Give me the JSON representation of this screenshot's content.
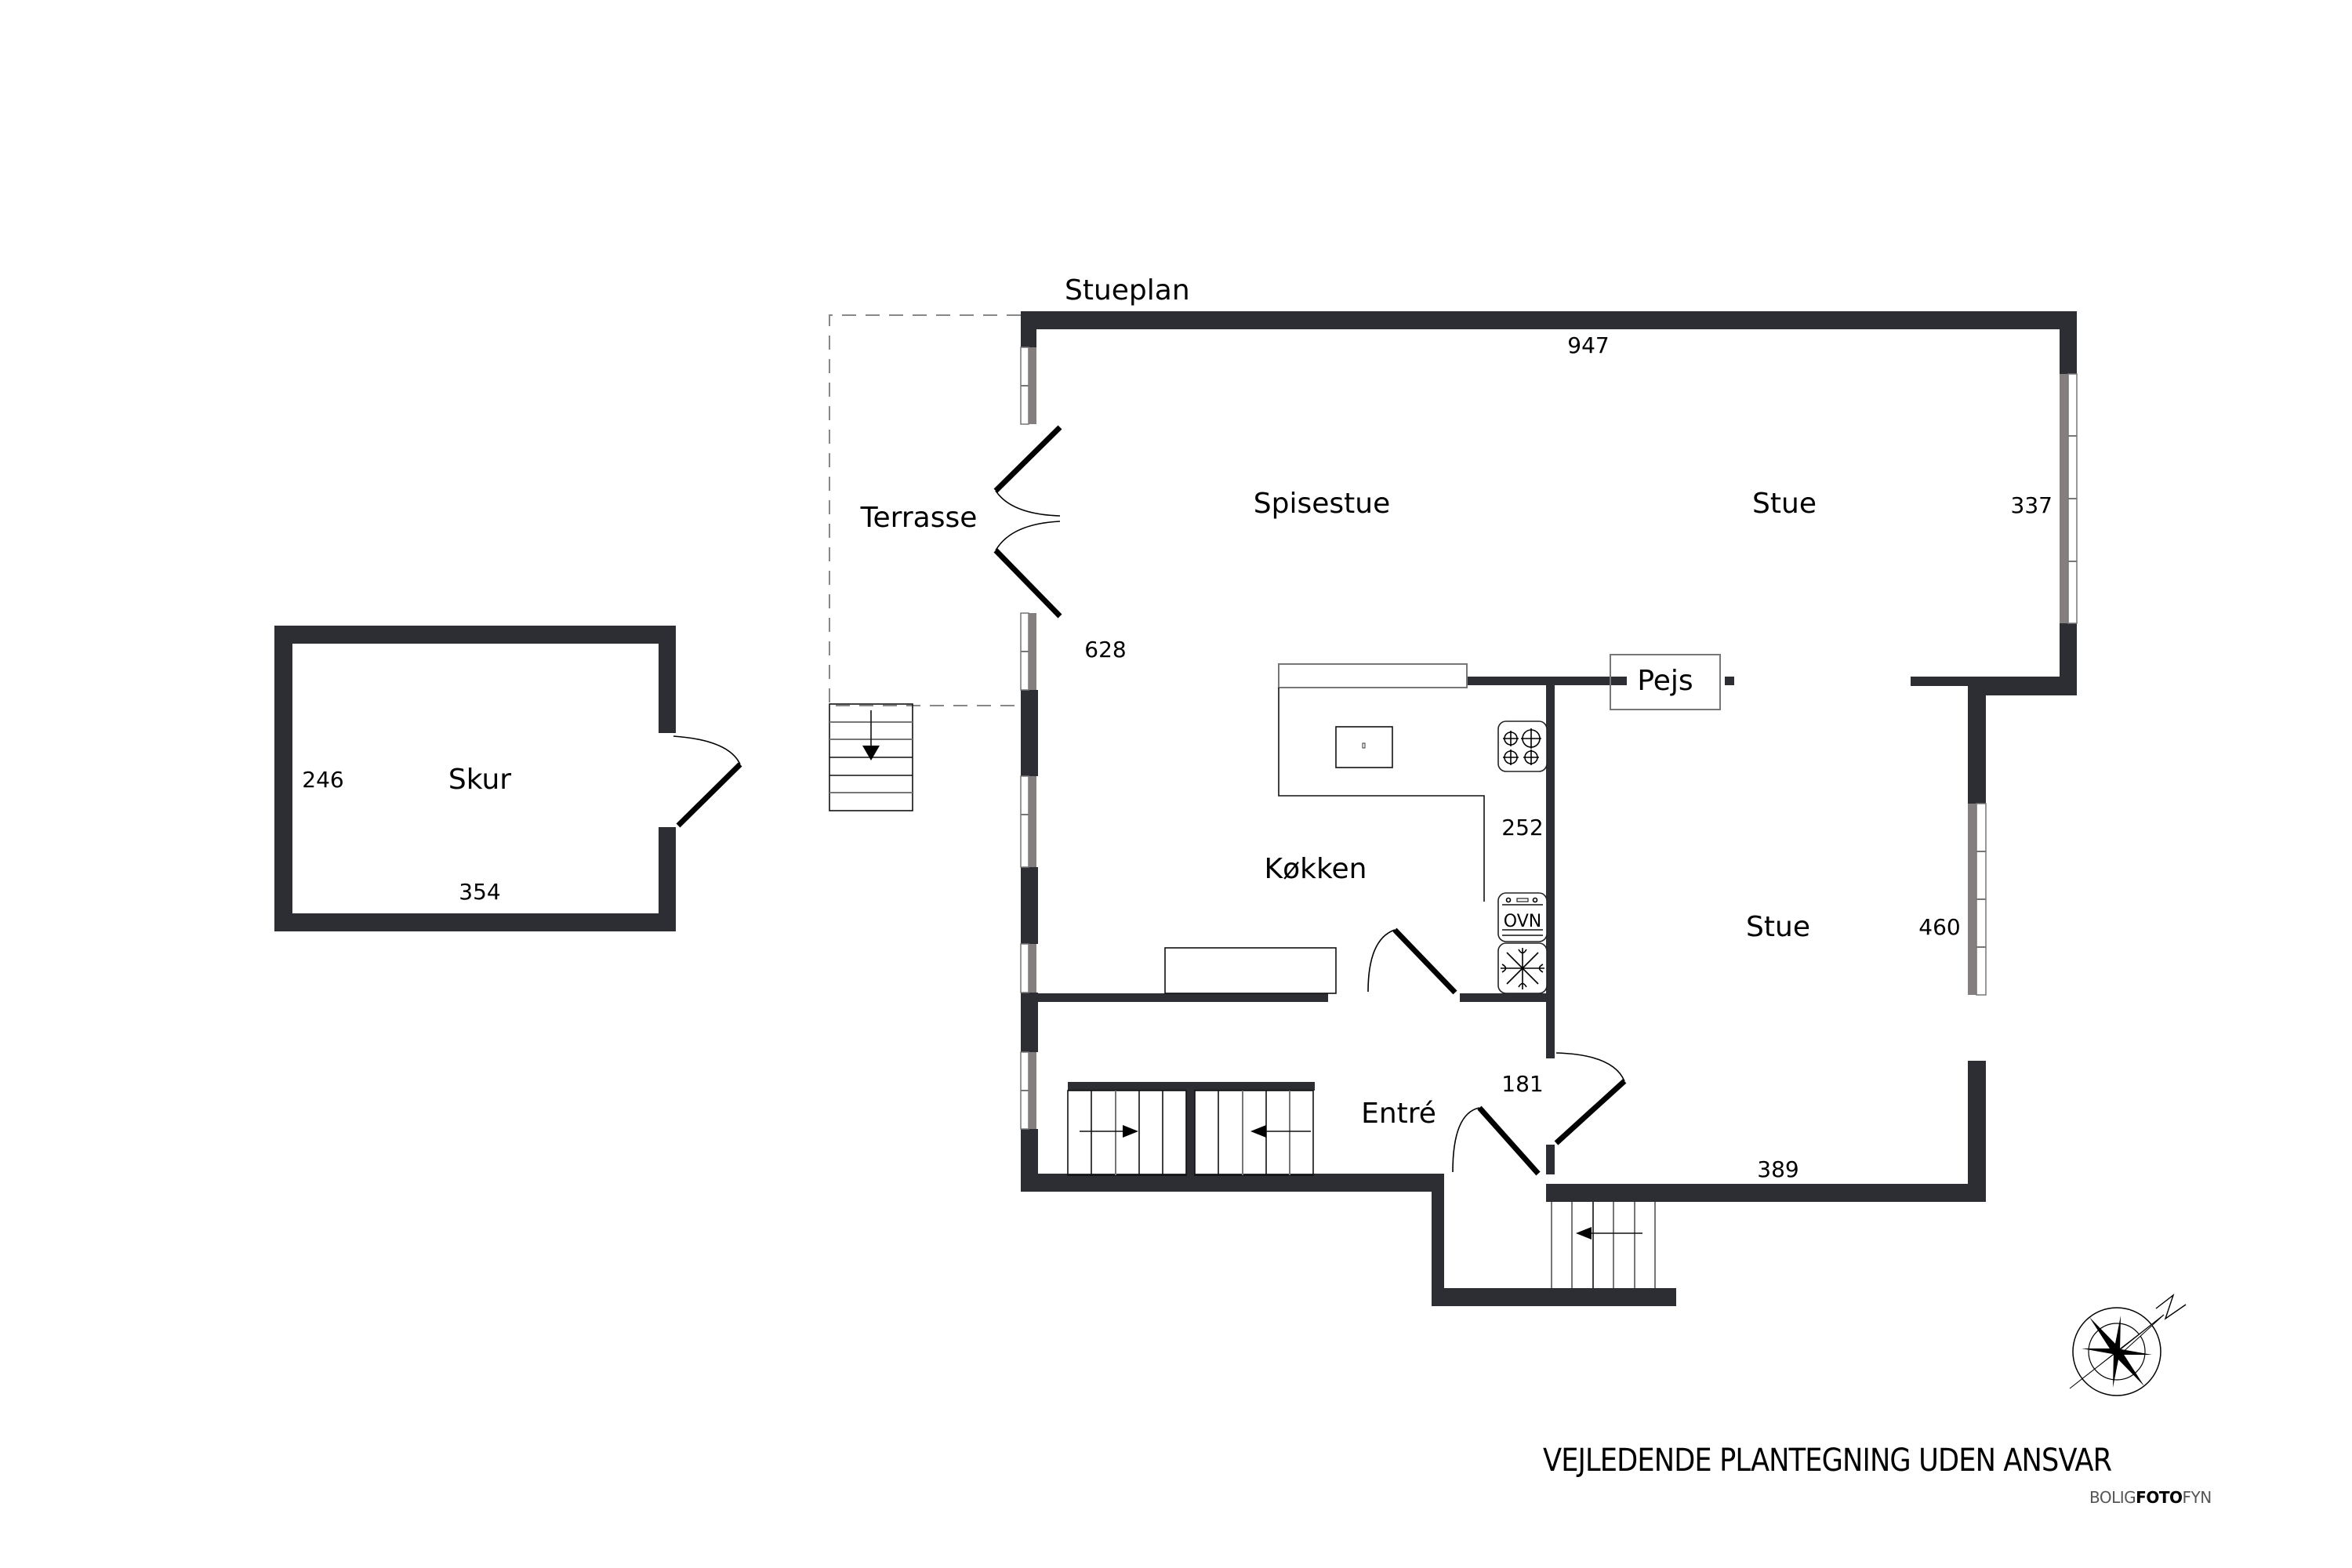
{
  "plan": {
    "title": "Stueplan",
    "rooms": [
      {
        "id": "terrasse",
        "label": "Terrasse"
      },
      {
        "id": "spisestue",
        "label": "Spisestue"
      },
      {
        "id": "stue_upper",
        "label": "Stue"
      },
      {
        "id": "kokken",
        "label": "Køkken"
      },
      {
        "id": "stue_lower",
        "label": "Stue"
      },
      {
        "id": "entre",
        "label": "Entré"
      },
      {
        "id": "skur",
        "label": "Skur"
      }
    ],
    "fixtures": {
      "fireplace": "Pejs",
      "oven": "OVN",
      "stove": "stove-icon",
      "freezer": "freezer-icon",
      "sink": "sink-icon"
    },
    "dimensions": {
      "top_width": "947",
      "left_height": "628",
      "right_upper": "337",
      "kitchen_width": "252",
      "stue_right": "460",
      "stue_bottom": "389",
      "entre": "181",
      "skur_height": "246",
      "skur_width": "354"
    }
  },
  "footer": {
    "disclaimer": "VEJLEDENDE PLANTEGNING UDEN ANSVAR",
    "brand_part1": "BOLIG",
    "brand_part2": "FOTO",
    "brand_part3": "FYN",
    "compass": "compass-rose-icon",
    "compass_north": "N"
  }
}
